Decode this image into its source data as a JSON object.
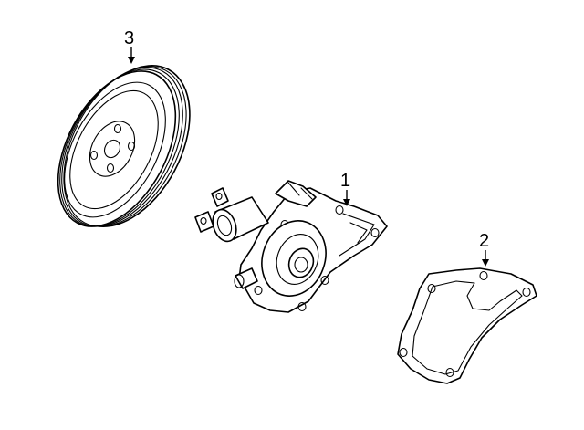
{
  "callouts": [
    {
      "id": "3",
      "label": "3",
      "part": "pulley"
    },
    {
      "id": "1",
      "label": "1",
      "part": "water-pump"
    },
    {
      "id": "2",
      "label": "2",
      "part": "gasket"
    }
  ]
}
